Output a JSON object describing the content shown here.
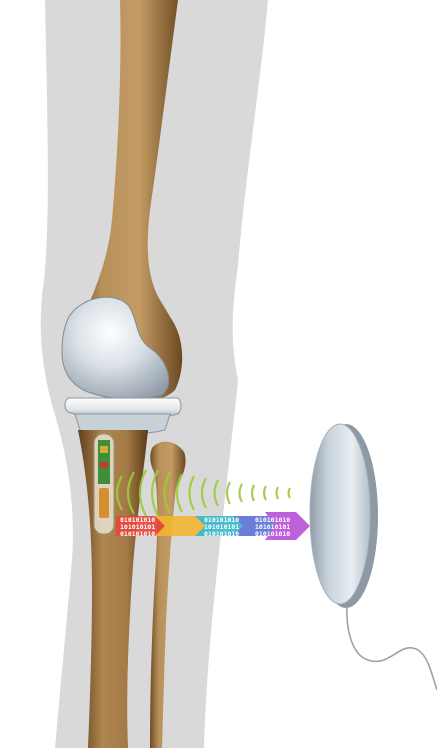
{
  "illustration": {
    "background_color": "#ffffff",
    "silhouette_color": "#d9d9d9",
    "bone_color": "#b28a55",
    "bone_shadow_color": "#7d5a2e",
    "implant_color": "#cfd6dc",
    "sensor_board_color": "#3f8f3a",
    "wave_color": "#9ccc3a",
    "reader_color": "#b9c6d0",
    "cable_color": "#9aa3ab"
  },
  "data_stream": {
    "row_1": "010101010",
    "row_2": "101010101",
    "row_3": "010101010",
    "arrow_colors": [
      "#e8453c",
      "#f2b632",
      "#7dc242",
      "#35b7c9",
      "#5b6fd6",
      "#b64fd6"
    ]
  },
  "icons": {
    "femur": "femur-bone",
    "tibia": "tibia-bone",
    "fibula": "fibula-bone",
    "femoral_component": "knee-implant-femoral",
    "tibial_tray": "knee-implant-tibial-tray",
    "sensor": "embedded-sensor",
    "waves": "wireless-signal",
    "reader": "reader-disc",
    "cable": "reader-cable"
  }
}
